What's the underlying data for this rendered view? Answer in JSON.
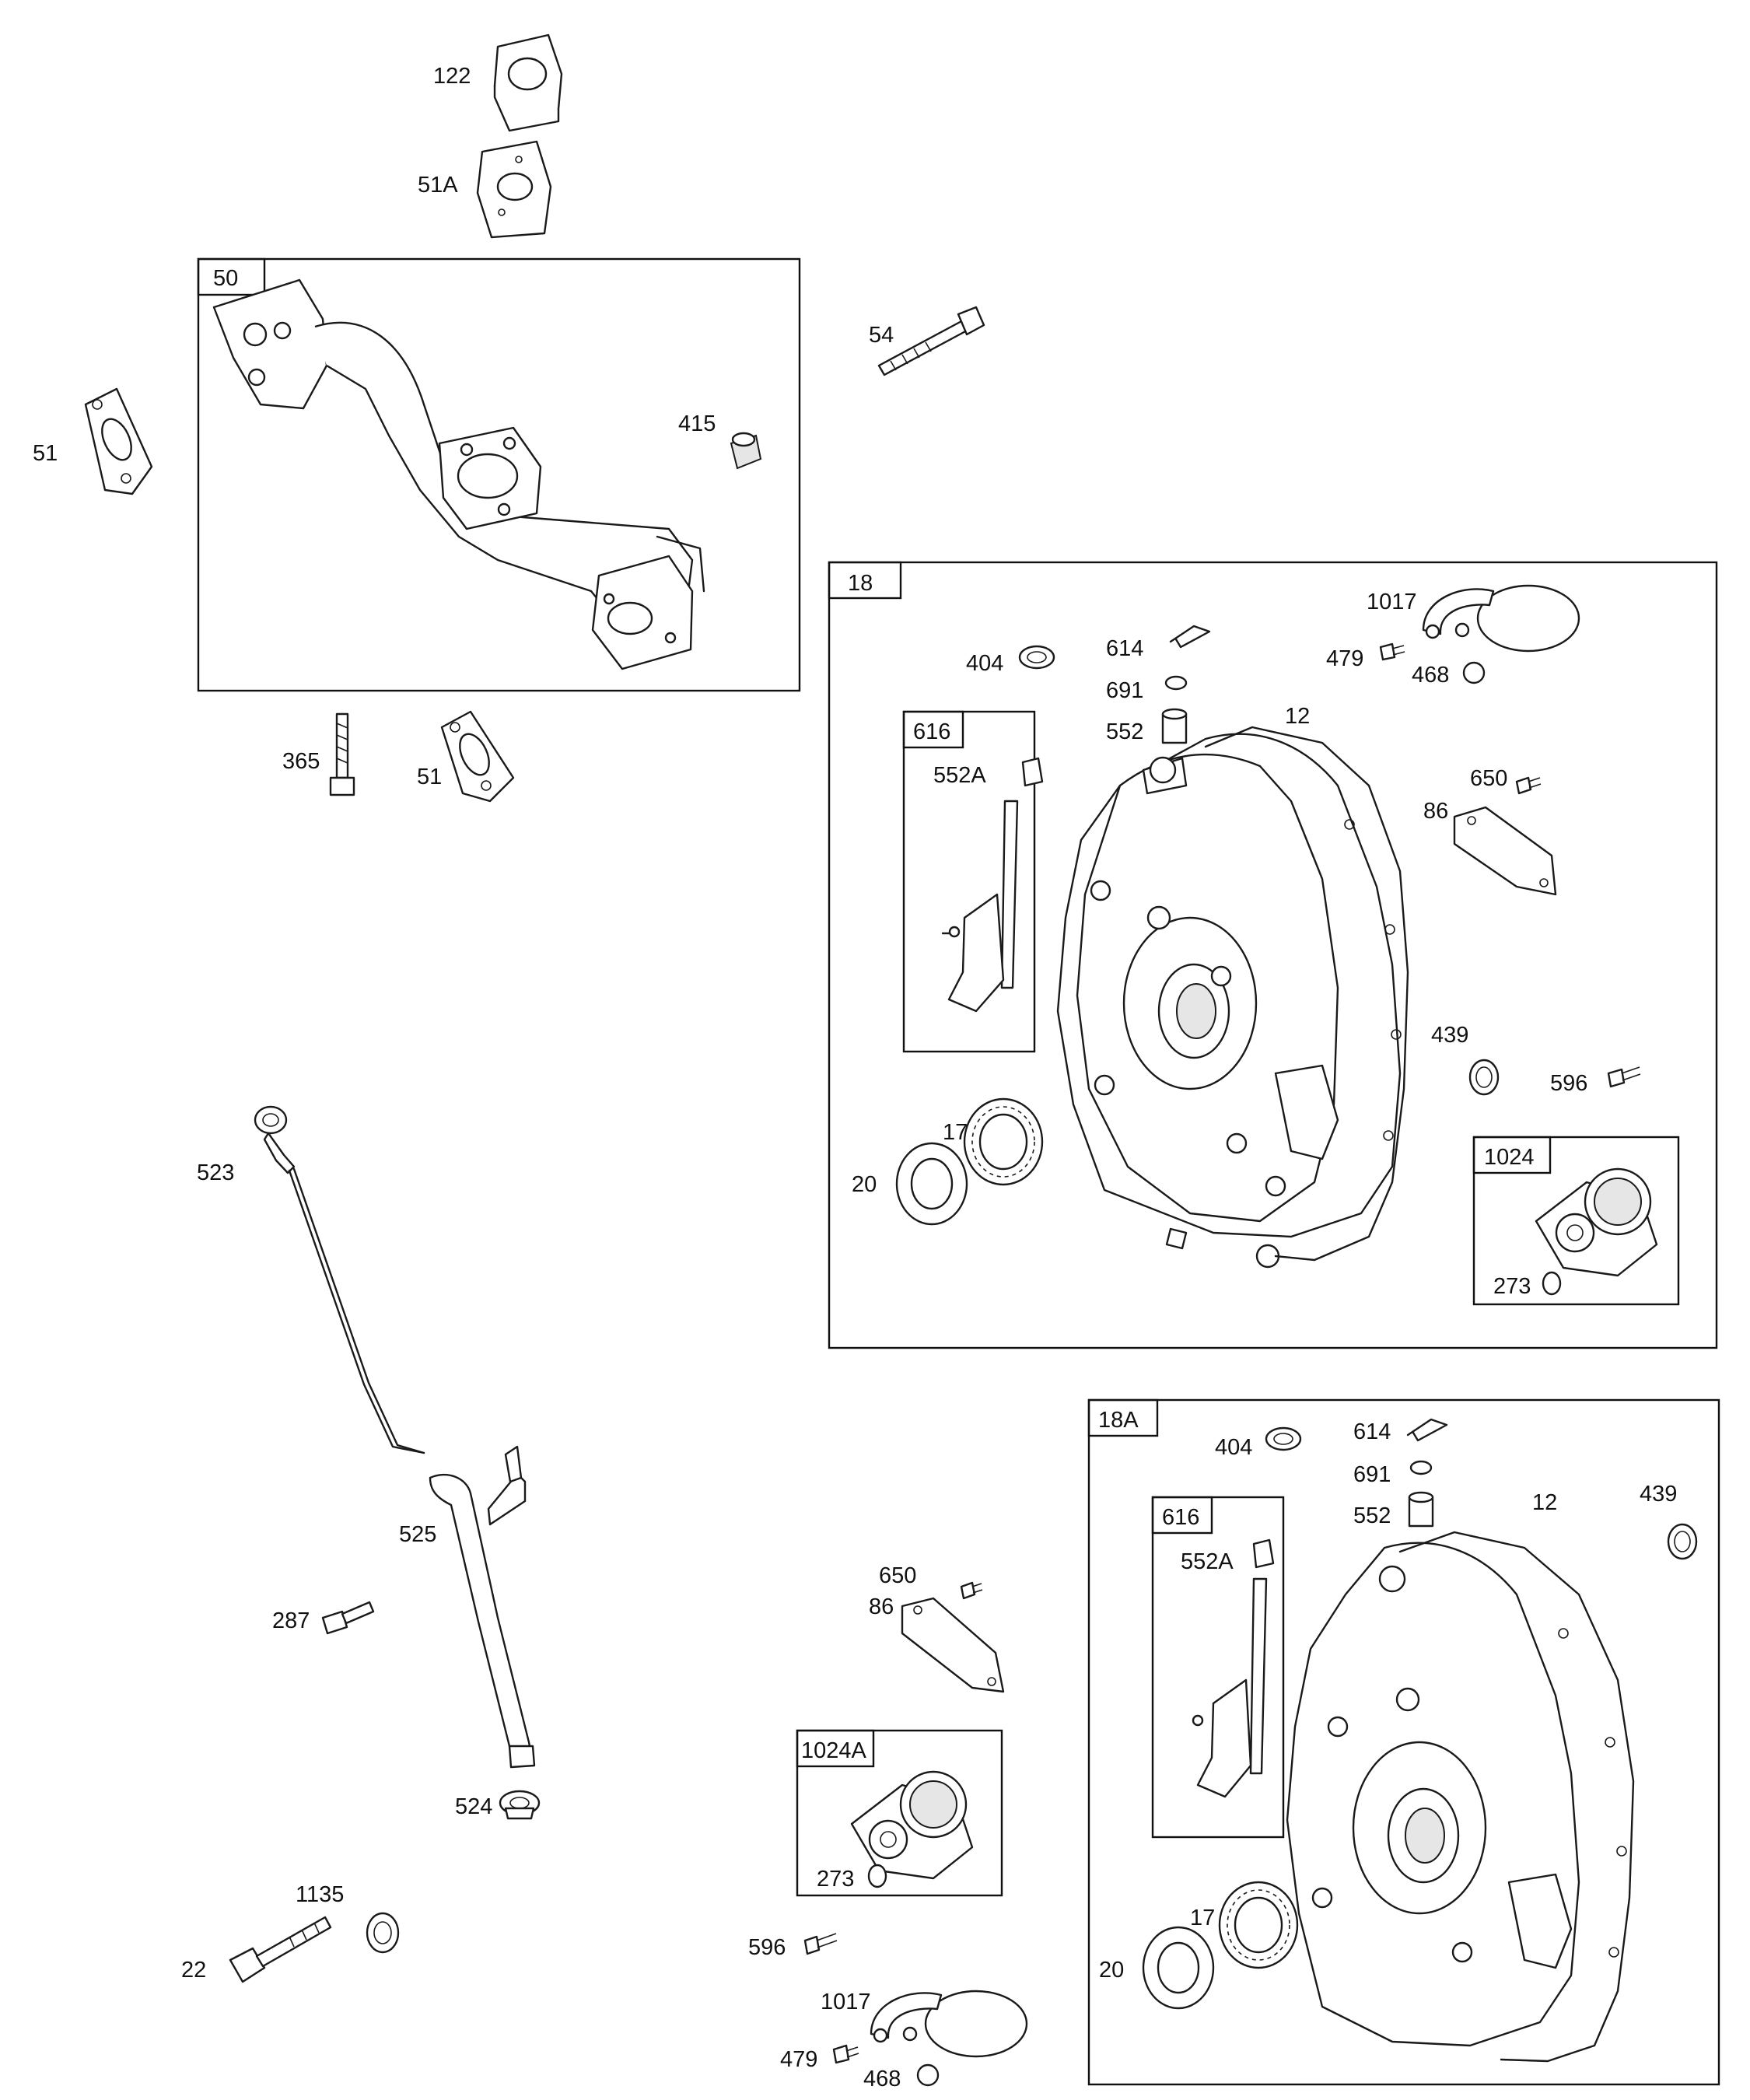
{
  "labels": {
    "p122": "122",
    "p51a": "51A",
    "p51_left": "51",
    "p51_bottom": "51",
    "p365": "365",
    "p415": "415",
    "p54": "54",
    "p523": "523",
    "p525": "525",
    "p287": "287",
    "p524": "524",
    "p1135": "1135",
    "p22": "22",
    "p650_b": "650",
    "p86_b": "86",
    "p273_b": "273",
    "p596_b": "596",
    "p1017_b": "1017",
    "p479_b": "479",
    "p468_b": "468",
    "g18": {
      "p404": "404",
      "p614": "614",
      "p691": "691",
      "p552": "552",
      "p552a": "552A",
      "p12": "12",
      "p1017": "1017",
      "p479": "479",
      "p468": "468",
      "p650": "650",
      "p86": "86",
      "p439": "439",
      "p596": "596",
      "p17": "17",
      "p20": "20",
      "p273": "273"
    },
    "g18a": {
      "p404": "404",
      "p614": "614",
      "p691": "691",
      "p552": "552",
      "p552a": "552A",
      "p12": "12",
      "p439": "439",
      "p17": "17",
      "p20": "20"
    }
  },
  "boxes": {
    "b50": "50",
    "b18": "18",
    "b616": "616",
    "b1024": "1024",
    "b18a": "18A",
    "b616a": "616",
    "b1024a": "1024A"
  }
}
